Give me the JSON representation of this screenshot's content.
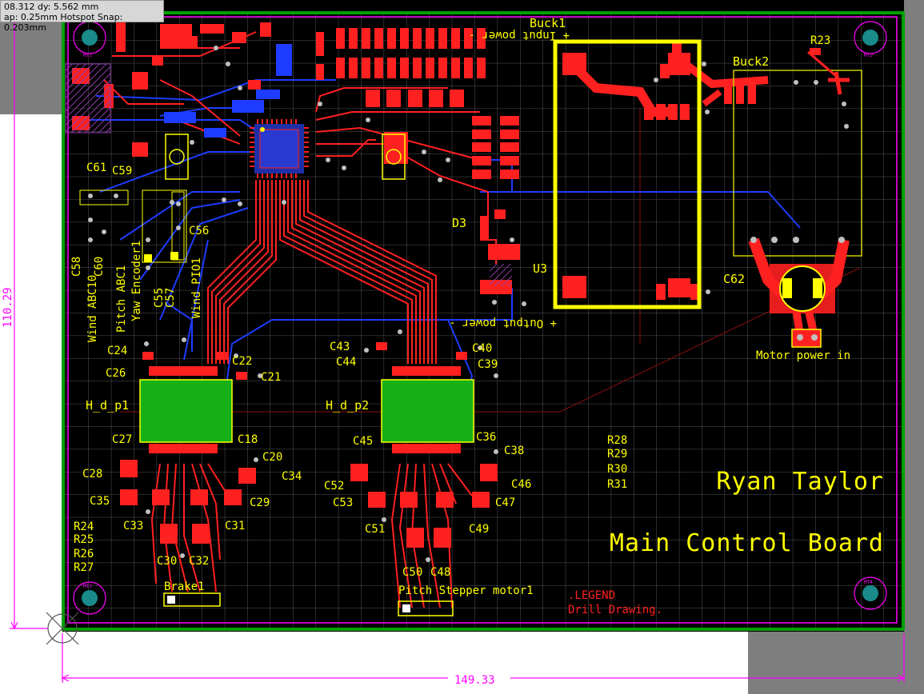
{
  "hud": {
    "line1": "08.312   dy: 5.562   mm",
    "line2": "ap: 0.25mm Hotspot Snap: 0.203mm"
  },
  "colors": {
    "background": "#000000",
    "silkscreen": "#ffff00",
    "copper_top": "#ff2020",
    "copper_bottom": "#1e3cff",
    "board_outline": "#00a000",
    "dimension": "#ff00ff",
    "grid": "#5a5a5a"
  },
  "dimensions": {
    "height_label": "110.29",
    "width_label": "149.33"
  },
  "mounting_holes": [
    "MT1",
    "MT2",
    "MT3",
    "MT4"
  ],
  "title": {
    "name": "Ryan Taylor",
    "board": "Main Control Board"
  },
  "legend": {
    "line1": ".LEGEND",
    "line2": "Drill Drawing."
  },
  "modules": {
    "buck1": "Buck1",
    "buck1_input": "+ Input power -",
    "buck1_output": "+ Output power -",
    "buck2": "Buck2",
    "r23": "R23",
    "c62": "C62",
    "motor_power": "Motor power in",
    "d3": "D3",
    "u3": "U3"
  },
  "driver1": {
    "name": "H_d_p1",
    "labels": [
      "C24",
      "C26",
      "C22",
      "C21",
      "C27",
      "C18",
      "C20",
      "C28",
      "C34",
      "C35",
      "C29",
      "C33",
      "C31",
      "C30",
      "C32"
    ],
    "connector": "Brake1"
  },
  "driver2": {
    "name": "H_d_p2",
    "labels": [
      "C43",
      "C44",
      "C40",
      "C39",
      "C45",
      "C36",
      "C38",
      "C52",
      "C46",
      "C53",
      "C47",
      "C51",
      "C49",
      "C50",
      "C48"
    ],
    "connector": "Pitch Stepper motor1"
  },
  "left_labels": [
    "C61",
    "C59",
    "C58",
    "C60",
    "C56",
    "C55",
    "C57"
  ],
  "vertical_labels": [
    "Wind ABC10",
    "Pitch ABC1",
    "Yaw Encoder1",
    "Wind PIO1"
  ],
  "resistors_left": [
    "R24",
    "R25",
    "R26",
    "R27"
  ],
  "resistors_right": [
    "R28",
    "R29",
    "R30",
    "R31"
  ]
}
